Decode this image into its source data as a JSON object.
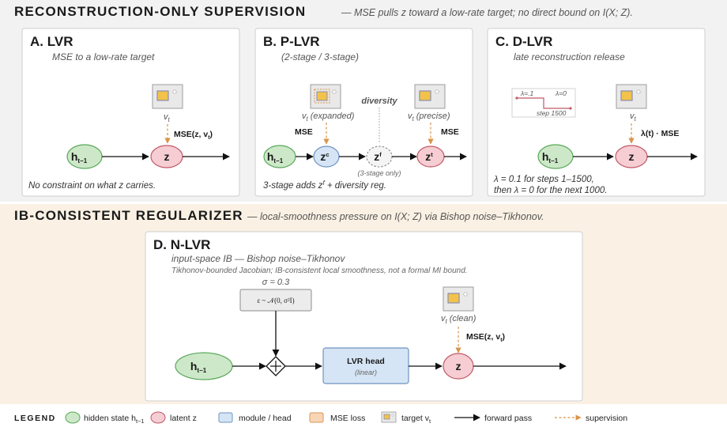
{
  "colors": {
    "hidden": "#cde8c8",
    "hidden_stroke": "#5aa85a",
    "latent": "#f5cdd3",
    "latent_stroke": "#c25867",
    "module": "#d5e5f5",
    "module_stroke": "#6e92c0",
    "loss": "#f8d5b5",
    "loss_stroke": "#d9955a",
    "supervision": "#d9944a",
    "ib_band": "#faf1e4",
    "top_band": "#f2f2f2"
  },
  "icons": {
    "target": "target-image-icon",
    "sum": "sum-junction-icon"
  },
  "section1": {
    "title": "RECONSTRUCTION-ONLY SUPERVISION",
    "subtitle": "— MSE pulls z toward a low-rate target; no direct bound on I(X; Z)."
  },
  "panelA": {
    "letter": "A.",
    "name": "LVR",
    "subtitle": "MSE to a low-rate target",
    "target": "v",
    "target_sub": "t",
    "loss_main": "MSE(z, v",
    "loss_sub": "t",
    "loss_close": ")",
    "h": "h",
    "h_sub": "t−1",
    "z": "z",
    "note": "No constraint on what z carries."
  },
  "panelB": {
    "letter": "B.",
    "name": "P-LVR",
    "subtitle": "(2-stage / 3-stage)",
    "target1": "v",
    "target1_sub": "t",
    "target1_tag": "(expanded)",
    "target2": "v",
    "target2_sub": "t",
    "target2_tag": "(precise)",
    "mse1": "MSE",
    "mse2": "MSE",
    "diversity": "diversity",
    "h": "h",
    "h_sub": "t−1",
    "zc": "z",
    "zc_sup": "c",
    "zf": "z",
    "zf_sup": "f",
    "zt": "z",
    "zt_sup": "t",
    "stage_note": "(3-stage only)",
    "note_pre": "3-stage adds z",
    "note_sup": "f",
    "note_post": " + diversity reg."
  },
  "panelC": {
    "letter": "C.",
    "name": "D-LVR",
    "subtitle": "late reconstruction release",
    "lambda1": "λ=.1",
    "lambda0": "λ=0",
    "step": "step 1500",
    "target": "v",
    "target_sub": "t",
    "loss": "λ(t) · MSE",
    "h": "h",
    "h_sub": "t−1",
    "z": "z",
    "note1": "λ = 0.1 for steps 1–1500,",
    "note2": "then λ = 0 for the next 1000."
  },
  "section2": {
    "title": "IB-CONSISTENT REGULARIZER",
    "subtitle": "— local-smoothness pressure on I(X; Z) via Bishop noise–Tikhonov."
  },
  "panelD": {
    "letter": "D.",
    "name": "N-LVR",
    "subtitle": "input-space IB — Bishop noise–Tikhonov",
    "subtitle2": "Tikhonov-bounded Jacobian; IB-consistent local smoothness, not a formal MI bound.",
    "sigma": "σ = 0.3",
    "noise": "ε ~ 𝒩(0, σ²I)",
    "h": "h",
    "h_sub": "t−1",
    "head": "LVR head",
    "head_sub": "(linear)",
    "target": "v",
    "target_sub": "t",
    "target_tag": "(clean)",
    "loss_main": "MSE(z, v",
    "loss_sub": "t",
    "loss_close": ")",
    "z": "z"
  },
  "legend": {
    "title": "LEGEND",
    "hidden_main": "hidden state h",
    "hidden_sub": "t−1",
    "latent": "latent z",
    "module": "module / head",
    "loss": "MSE loss",
    "target_main": "target v",
    "target_sub": "t",
    "forward": "forward pass",
    "supervision": "supervision"
  }
}
